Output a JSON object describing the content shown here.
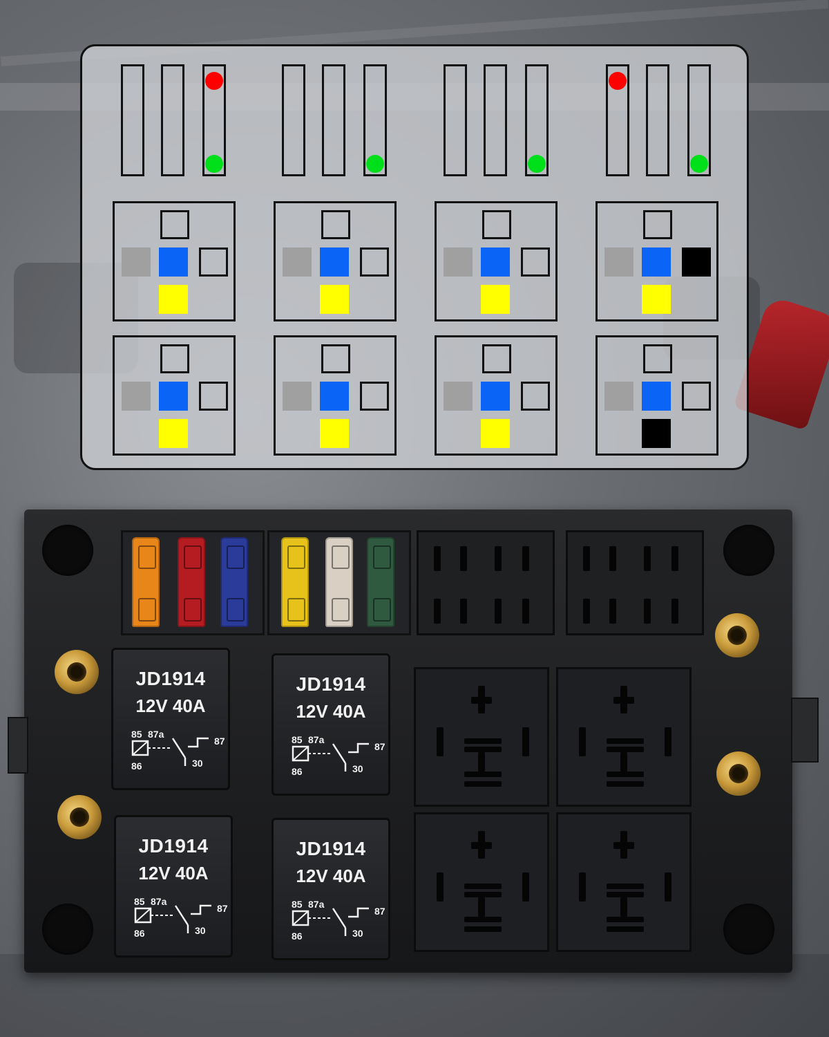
{
  "diagram": {
    "fuse_groups": [
      {
        "dots": [
          {
            "slot": 2,
            "pos": "top",
            "color": "#ff0000"
          },
          {
            "slot": 2,
            "pos": "bottom",
            "color": "#00e01a"
          }
        ]
      },
      {
        "dots": [
          {
            "slot": 2,
            "pos": "bottom",
            "color": "#00e01a"
          }
        ]
      },
      {
        "dots": [
          {
            "slot": 2,
            "pos": "bottom",
            "color": "#00e01a"
          }
        ]
      },
      {
        "dots": [
          {
            "slot": 0,
            "pos": "top",
            "color": "#ff0000"
          },
          {
            "slot": 2,
            "pos": "bottom",
            "color": "#00e01a"
          }
        ]
      }
    ],
    "relay_cells": [
      {
        "top": "outline",
        "left": "#a0a0a0",
        "center": "#0a64f5",
        "right": "outline",
        "bottom": "#ffff00"
      },
      {
        "top": "outline",
        "left": "#a0a0a0",
        "center": "#0a64f5",
        "right": "outline",
        "bottom": "#ffff00"
      },
      {
        "top": "outline",
        "left": "#a0a0a0",
        "center": "#0a64f5",
        "right": "outline",
        "bottom": "#ffff00"
      },
      {
        "top": "outline",
        "left": "#a0a0a0",
        "center": "#0a64f5",
        "right": "#000000",
        "bottom": "#ffff00"
      },
      {
        "top": "outline",
        "left": "#a0a0a0",
        "center": "#0a64f5",
        "right": "outline",
        "bottom": "#ffff00"
      },
      {
        "top": "outline",
        "left": "#a0a0a0",
        "center": "#0a64f5",
        "right": "outline",
        "bottom": "#ffff00"
      },
      {
        "top": "outline",
        "left": "#a0a0a0",
        "center": "#0a64f5",
        "right": "outline",
        "bottom": "#ffff00"
      },
      {
        "top": "outline",
        "left": "#a0a0a0",
        "center": "#0a64f5",
        "right": "outline",
        "bottom": "#000000"
      }
    ]
  },
  "fusebox": {
    "fuses": [
      {
        "color": "#e8861a"
      },
      {
        "color": "#b51c22"
      },
      {
        "color": "#2a3b9a"
      },
      {
        "color": "#e6c21a"
      },
      {
        "color": "#d9cfc2"
      },
      {
        "color": "#2f5a3f"
      }
    ],
    "relays": [
      {
        "model": "JD1914",
        "rating": "12V  40A",
        "p85": "85",
        "p87a": "87a",
        "p87": "87",
        "p86": "86",
        "p30": "30"
      },
      {
        "model": "JD1914",
        "rating": "12V  40A",
        "p85": "85",
        "p87a": "87a",
        "p87": "87",
        "p86": "86",
        "p30": "30"
      },
      {
        "model": "JD1914",
        "rating": "12V  40A",
        "p85": "85",
        "p87a": "87a",
        "p87": "87",
        "p86": "86",
        "p30": "30"
      },
      {
        "model": "JD1914",
        "rating": "12V  40A",
        "p85": "85",
        "p87a": "87a",
        "p87": "87",
        "p86": "86",
        "p30": "30"
      }
    ]
  }
}
